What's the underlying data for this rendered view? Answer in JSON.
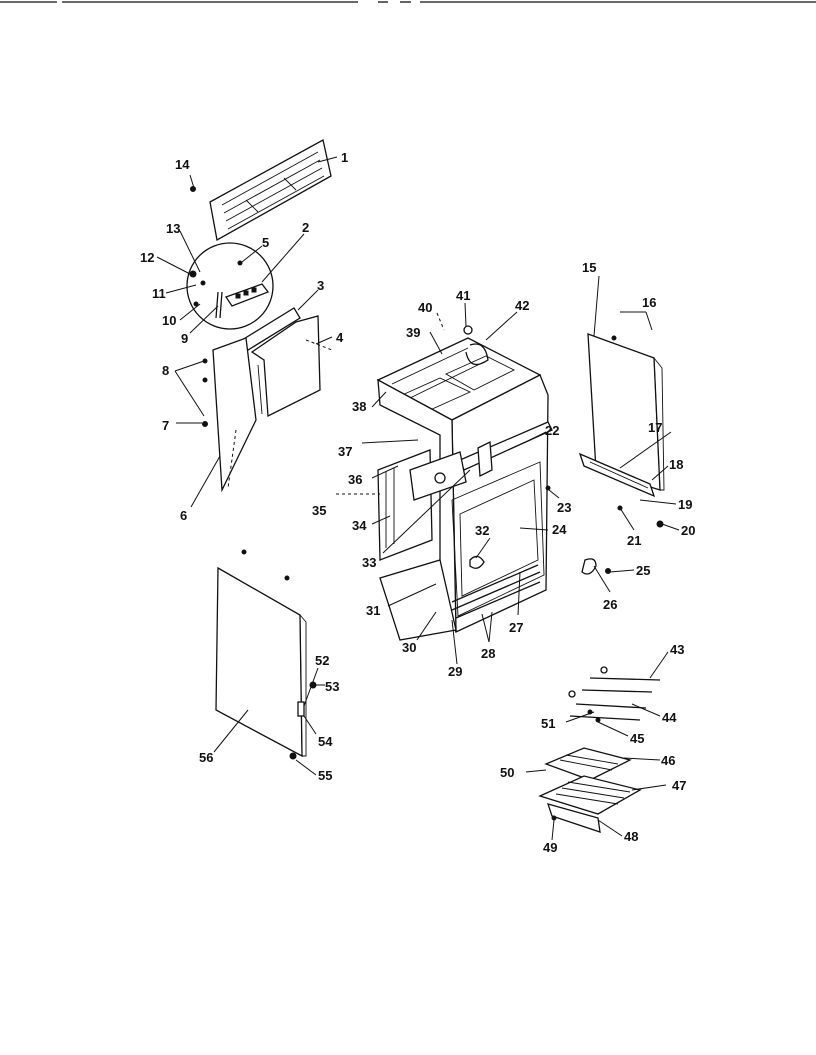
{
  "callouts": [
    {
      "id": "c1",
      "text": "1"
    },
    {
      "id": "c2",
      "text": "2"
    },
    {
      "id": "c3",
      "text": "3"
    },
    {
      "id": "c4",
      "text": "4"
    },
    {
      "id": "c5",
      "text": "5"
    },
    {
      "id": "c6",
      "text": "6"
    },
    {
      "id": "c7",
      "text": "7"
    },
    {
      "id": "c8",
      "text": "8"
    },
    {
      "id": "c9",
      "text": "9"
    },
    {
      "id": "c10",
      "text": "10"
    },
    {
      "id": "c11",
      "text": "11"
    },
    {
      "id": "c12",
      "text": "12"
    },
    {
      "id": "c13",
      "text": "13"
    },
    {
      "id": "c14",
      "text": "14"
    },
    {
      "id": "c15",
      "text": "15"
    },
    {
      "id": "c16",
      "text": "16"
    },
    {
      "id": "c17",
      "text": "17"
    },
    {
      "id": "c18",
      "text": "18"
    },
    {
      "id": "c19",
      "text": "19"
    },
    {
      "id": "c20",
      "text": "20"
    },
    {
      "id": "c21",
      "text": "21"
    },
    {
      "id": "c22",
      "text": "22"
    },
    {
      "id": "c23",
      "text": "23"
    },
    {
      "id": "c24",
      "text": "24"
    },
    {
      "id": "c25",
      "text": "25"
    },
    {
      "id": "c26",
      "text": "26"
    },
    {
      "id": "c27",
      "text": "27"
    },
    {
      "id": "c28",
      "text": "28"
    },
    {
      "id": "c29",
      "text": "29"
    },
    {
      "id": "c30",
      "text": "30"
    },
    {
      "id": "c31",
      "text": "31"
    },
    {
      "id": "c32",
      "text": "32"
    },
    {
      "id": "c33",
      "text": "33"
    },
    {
      "id": "c34",
      "text": "34"
    },
    {
      "id": "c35",
      "text": "35"
    },
    {
      "id": "c36",
      "text": "36"
    },
    {
      "id": "c37",
      "text": "37"
    },
    {
      "id": "c38",
      "text": "38"
    },
    {
      "id": "c39",
      "text": "39"
    },
    {
      "id": "c40",
      "text": "40"
    },
    {
      "id": "c41",
      "text": "41"
    },
    {
      "id": "c42",
      "text": "42"
    },
    {
      "id": "c43",
      "text": "43"
    },
    {
      "id": "c44",
      "text": "44"
    },
    {
      "id": "c45",
      "text": "45"
    },
    {
      "id": "c46",
      "text": "46"
    },
    {
      "id": "c47",
      "text": "47"
    },
    {
      "id": "c48",
      "text": "48"
    },
    {
      "id": "c49",
      "text": "49"
    },
    {
      "id": "c50",
      "text": "50"
    },
    {
      "id": "c51",
      "text": "51"
    },
    {
      "id": "c52",
      "text": "52"
    },
    {
      "id": "c53",
      "text": "53"
    },
    {
      "id": "c54",
      "text": "54"
    },
    {
      "id": "c55",
      "text": "55"
    },
    {
      "id": "c56",
      "text": "56"
    }
  ]
}
